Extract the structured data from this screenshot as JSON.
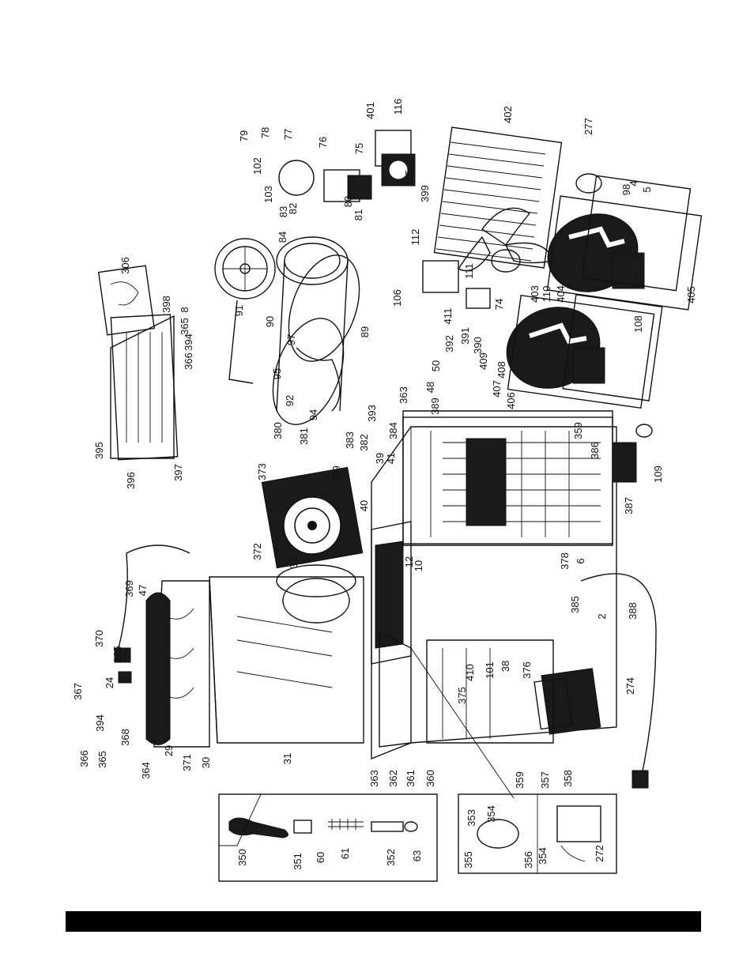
{
  "colors": {
    "ink": "#111111",
    "paper": "#ffffff",
    "footer_bar": "#000000"
  },
  "part_callouts": [
    {
      "id": "c-79",
      "label": "79"
    },
    {
      "id": "c-78",
      "label": "78"
    },
    {
      "id": "c-77",
      "label": "77"
    },
    {
      "id": "c-76",
      "label": "76"
    },
    {
      "id": "c-102",
      "label": "102"
    },
    {
      "id": "c-75",
      "label": "75"
    },
    {
      "id": "c-401",
      "label": "401"
    },
    {
      "id": "c-116",
      "label": "116"
    },
    {
      "id": "c-402",
      "label": "402"
    },
    {
      "id": "c-277",
      "label": "277"
    },
    {
      "id": "c-103",
      "label": "103"
    },
    {
      "id": "c-82",
      "label": "82"
    },
    {
      "id": "c-83",
      "label": "83"
    },
    {
      "id": "c-80",
      "label": "80"
    },
    {
      "id": "c-81",
      "label": "81"
    },
    {
      "id": "c-115",
      "label": "115"
    },
    {
      "id": "c-399",
      "label": "399"
    },
    {
      "id": "c-98",
      "label": "98"
    },
    {
      "id": "c-4",
      "label": "4"
    },
    {
      "id": "c-5",
      "label": "5"
    },
    {
      "id": "c-84",
      "label": "84"
    },
    {
      "id": "c-112",
      "label": "112"
    },
    {
      "id": "c-306",
      "label": "306"
    },
    {
      "id": "c-91",
      "label": "91"
    },
    {
      "id": "c-90",
      "label": "90"
    },
    {
      "id": "c-111",
      "label": "111"
    },
    {
      "id": "c-106",
      "label": "106"
    },
    {
      "id": "c-403",
      "label": "403"
    },
    {
      "id": "c-110",
      "label": "110"
    },
    {
      "id": "c-404",
      "label": "404"
    },
    {
      "id": "c-398",
      "label": "398"
    },
    {
      "id": "c-8",
      "label": "8"
    },
    {
      "id": "c-365",
      "label": "365"
    },
    {
      "id": "c-394",
      "label": "394"
    },
    {
      "id": "c-366",
      "label": "366"
    },
    {
      "id": "c-97",
      "label": "97"
    },
    {
      "id": "c-89",
      "label": "89"
    },
    {
      "id": "c-411",
      "label": "411"
    },
    {
      "id": "c-74",
      "label": "74"
    },
    {
      "id": "c-392",
      "label": "392"
    },
    {
      "id": "c-391",
      "label": "391"
    },
    {
      "id": "c-390",
      "label": "390"
    },
    {
      "id": "c-108",
      "label": "108"
    },
    {
      "id": "c-405",
      "label": "405"
    },
    {
      "id": "c-95",
      "label": "95"
    },
    {
      "id": "c-50",
      "label": "50"
    },
    {
      "id": "c-409",
      "label": "409"
    },
    {
      "id": "c-408",
      "label": "408"
    },
    {
      "id": "c-92",
      "label": "92"
    },
    {
      "id": "c-48",
      "label": "48"
    },
    {
      "id": "c-389",
      "label": "389"
    },
    {
      "id": "c-407",
      "label": "407"
    },
    {
      "id": "c-406",
      "label": "406"
    },
    {
      "id": "c-94",
      "label": "94"
    },
    {
      "id": "c-393",
      "label": "393"
    },
    {
      "id": "c-363",
      "label": "363"
    },
    {
      "id": "c-395",
      "label": "395"
    },
    {
      "id": "c-396",
      "label": "396"
    },
    {
      "id": "c-397",
      "label": "397"
    },
    {
      "id": "c-380",
      "label": "380"
    },
    {
      "id": "c-381",
      "label": "381"
    },
    {
      "id": "c-373",
      "label": "373"
    },
    {
      "id": "c-383",
      "label": "383"
    },
    {
      "id": "c-382",
      "label": "382"
    },
    {
      "id": "c-384",
      "label": "384"
    },
    {
      "id": "c-39",
      "label": "39"
    },
    {
      "id": "c-41",
      "label": "41"
    },
    {
      "id": "c-379",
      "label": "379"
    },
    {
      "id": "c-40",
      "label": "40"
    },
    {
      "id": "c-359",
      "label": "359"
    },
    {
      "id": "c-386",
      "label": "386"
    },
    {
      "id": "c-109",
      "label": "109"
    },
    {
      "id": "c-387",
      "label": "387"
    },
    {
      "id": "c-372",
      "label": "372"
    },
    {
      "id": "c-32",
      "label": "32"
    },
    {
      "id": "c-12",
      "label": "12"
    },
    {
      "id": "c-10",
      "label": "10"
    },
    {
      "id": "c-378",
      "label": "378"
    },
    {
      "id": "c-6",
      "label": "6"
    },
    {
      "id": "c-369",
      "label": "369"
    },
    {
      "id": "c-47",
      "label": "47"
    },
    {
      "id": "c-370",
      "label": "370"
    },
    {
      "id": "c-125",
      "label": "125"
    },
    {
      "id": "c-367",
      "label": "367"
    },
    {
      "id": "c-24",
      "label": "24"
    },
    {
      "id": "c-394b",
      "label": "394"
    },
    {
      "id": "c-366b",
      "label": "366"
    },
    {
      "id": "c-365b",
      "label": "365"
    },
    {
      "id": "c-368",
      "label": "368"
    },
    {
      "id": "c-364",
      "label": "364"
    },
    {
      "id": "c-29",
      "label": "29"
    },
    {
      "id": "c-371",
      "label": "371"
    },
    {
      "id": "c-30",
      "label": "30"
    },
    {
      "id": "c-31",
      "label": "31"
    },
    {
      "id": "c-363b",
      "label": "363"
    },
    {
      "id": "c-362",
      "label": "362"
    },
    {
      "id": "c-361",
      "label": "361"
    },
    {
      "id": "c-360",
      "label": "360"
    },
    {
      "id": "c-359b",
      "label": "359"
    },
    {
      "id": "c-357",
      "label": "357"
    },
    {
      "id": "c-358",
      "label": "358"
    },
    {
      "id": "c-375",
      "label": "375"
    },
    {
      "id": "c-410",
      "label": "410"
    },
    {
      "id": "c-101",
      "label": "101"
    },
    {
      "id": "c-38",
      "label": "38"
    },
    {
      "id": "c-376",
      "label": "376"
    },
    {
      "id": "c-385",
      "label": "385"
    },
    {
      "id": "c-2",
      "label": "2"
    },
    {
      "id": "c-388",
      "label": "388"
    },
    {
      "id": "c-274",
      "label": "274"
    },
    {
      "id": "c-350",
      "label": "350"
    },
    {
      "id": "c-351",
      "label": "351"
    },
    {
      "id": "c-60",
      "label": "60"
    },
    {
      "id": "c-61",
      "label": "61"
    },
    {
      "id": "c-352",
      "label": "352"
    },
    {
      "id": "c-63",
      "label": "63"
    },
    {
      "id": "c-353",
      "label": "353"
    },
    {
      "id": "c-354",
      "label": "354"
    },
    {
      "id": "c-355",
      "label": "355"
    },
    {
      "id": "c-356",
      "label": "356"
    },
    {
      "id": "c-354b",
      "label": "354"
    },
    {
      "id": "c-272",
      "label": "272"
    }
  ]
}
